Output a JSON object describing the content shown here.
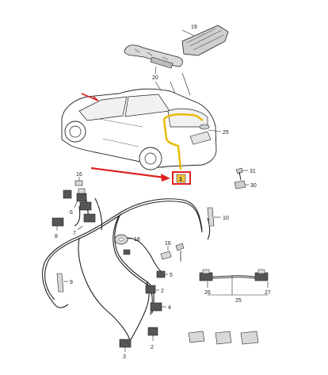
{
  "callouts": {
    "c1": "1",
    "c2": "2",
    "c3": "3",
    "c4": "4",
    "c5": "5",
    "c6": "6",
    "c7": "7",
    "c8": "8",
    "c9": "9",
    "c10": "10",
    "c16a": "16",
    "c16b": "16",
    "c18": "18",
    "c19": "19",
    "c20": "20",
    "c25a": "25",
    "c25b": "25",
    "c26": "26",
    "c27": "27",
    "c30": "30",
    "c31": "31"
  },
  "colors": {
    "highlight": "#e02020",
    "selected_wire": "#e8b800",
    "line": "#222222",
    "part_fill": "#d9d9d9",
    "part_dark": "#555555"
  },
  "icons": [
    "arrow-pointer-icon"
  ]
}
